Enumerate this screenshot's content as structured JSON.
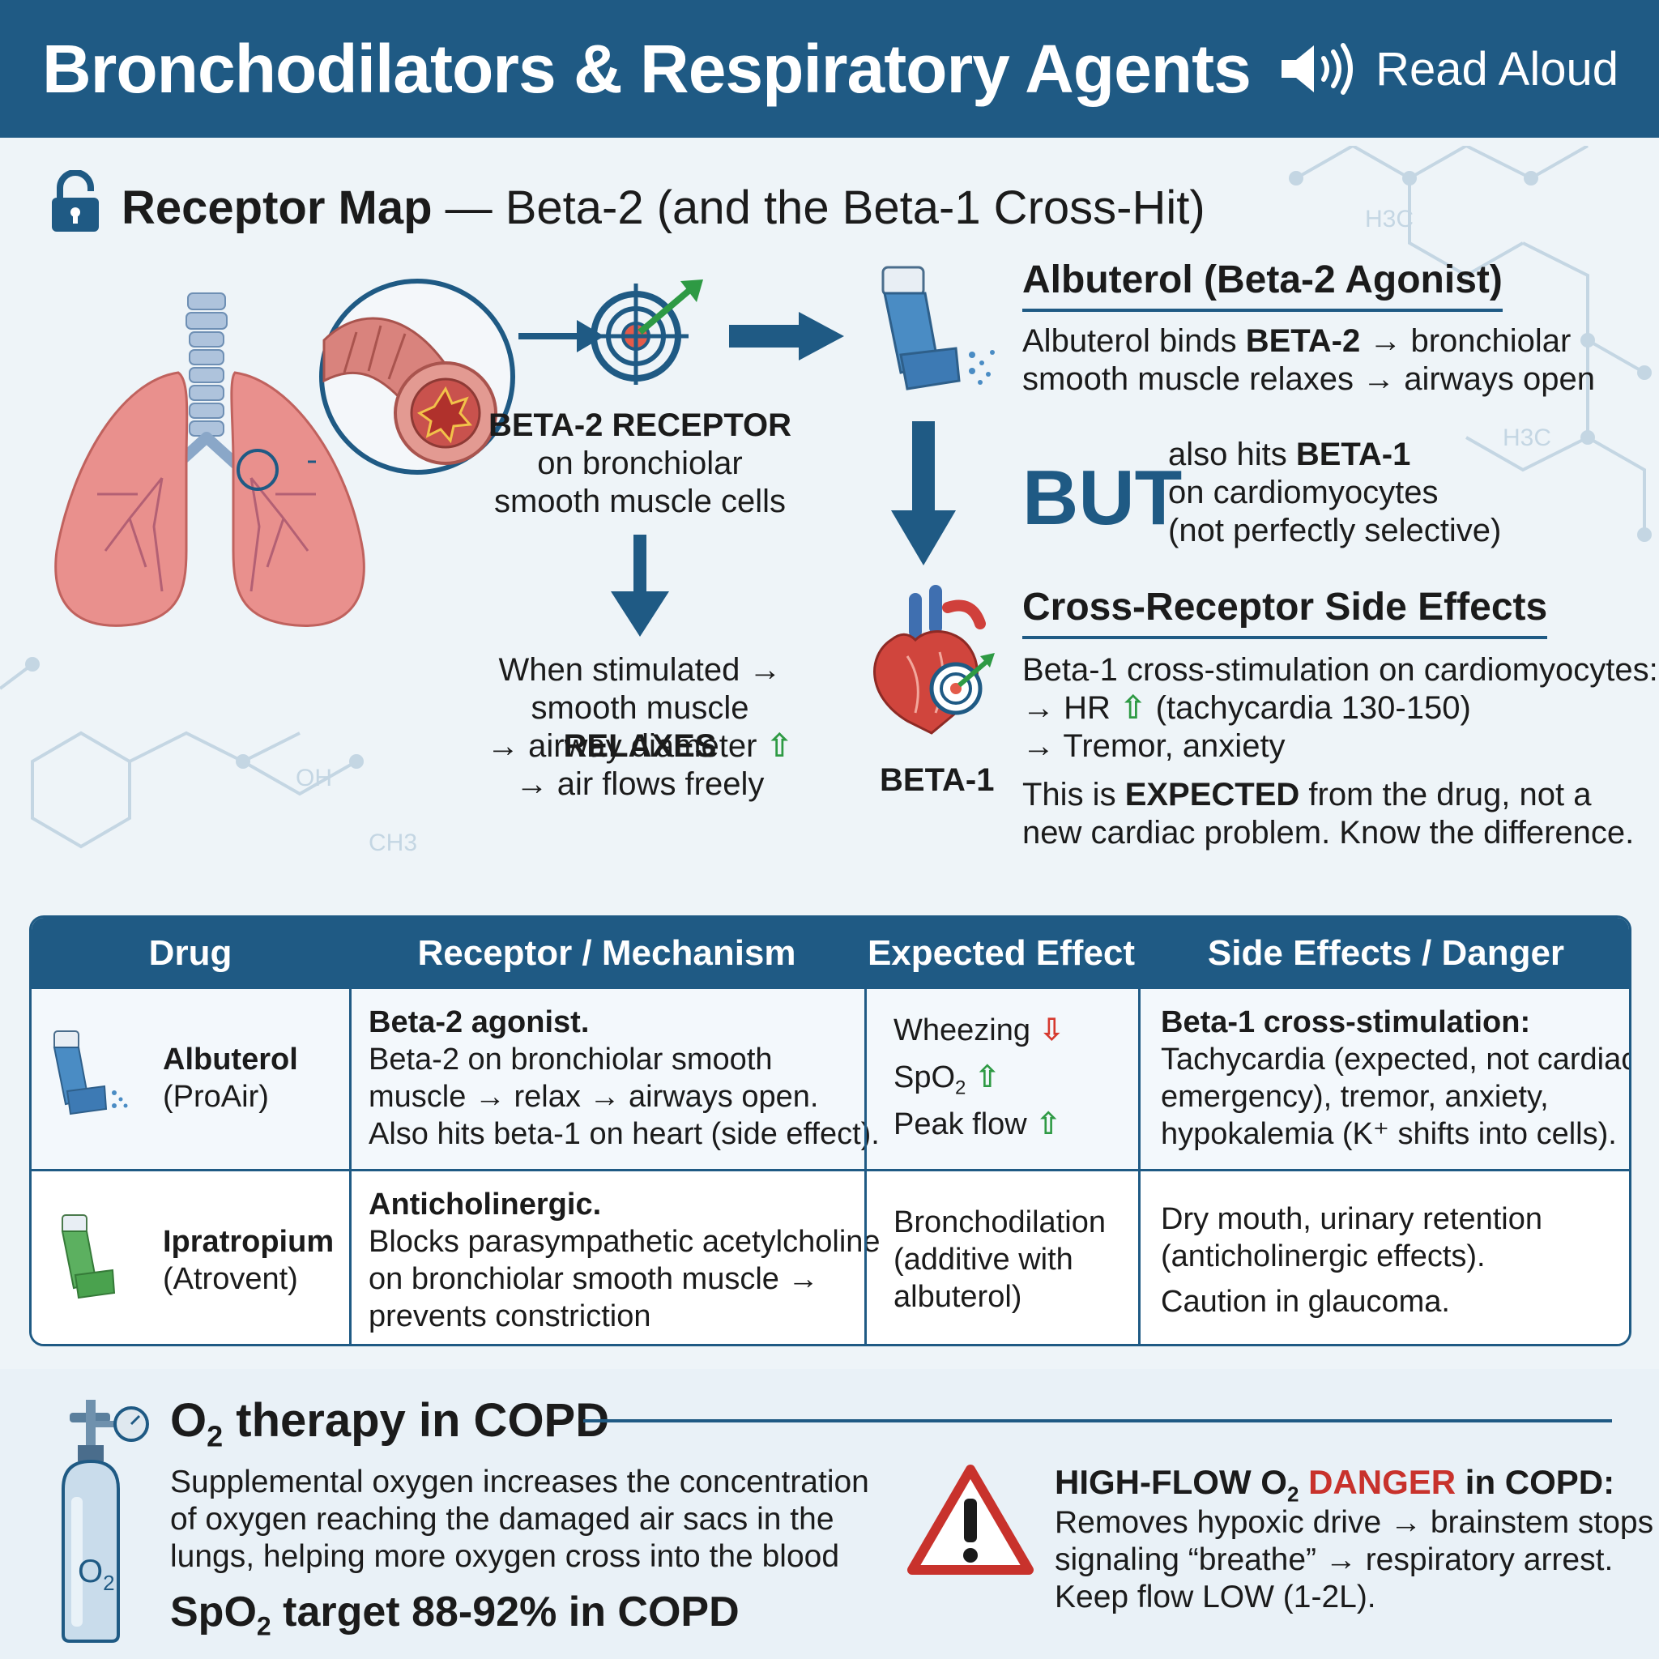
{
  "header": {
    "title": "Bronchodilators & Respiratory Agents",
    "read_aloud": "Read Aloud"
  },
  "receptor_map": {
    "title_bold": "Receptor Map",
    "title_rest": " — Beta-2 (and the Beta-1 Cross-Hit)",
    "beta2_receptor_label": "BETA-2 RECEPTOR",
    "beta2_receptor_line2": "on bronchiolar",
    "beta2_receptor_line3": "smooth muscle cells",
    "stimulated_line1": "When stimulated →",
    "stimulated_line2_pre": "smooth muscle ",
    "stimulated_line2_bold": "RELAXES",
    "stimulated_line3": "→ airway diameter",
    "stimulated_line4": "→ air flows freely",
    "beta1_label": "BETA-1"
  },
  "albuterol_panel": {
    "title": "Albuterol (Beta-2 Agonist)",
    "line1_pre": "Albuterol binds ",
    "line1_bold": "BETA-2",
    "line1_post": " → bronchiolar",
    "line2": "smooth muscle relaxes → airways open",
    "but": "BUT",
    "but_line1_pre": "also hits ",
    "but_line1_bold": "BETA-1",
    "but_line2": "on cardiomyocytes",
    "but_line3": "(not perfectly selective)"
  },
  "side_effects_panel": {
    "title": "Cross-Receptor Side Effects",
    "line1": "Beta-1 cross-stimulation on cardiomyocytes:",
    "line2_pre": "→ HR",
    "line2_post": "(tachycardia 130-150)",
    "line3": "→ Tremor, anxiety",
    "line4_pre": "This is ",
    "line4_bold": "EXPECTED",
    "line4_post": " from the drug, not a",
    "line5": "new cardiac problem. Know the difference."
  },
  "table": {
    "headers": [
      "Drug",
      "Receptor / Mechanism",
      "Expected Effect",
      "Side Effects / Danger"
    ],
    "rows": [
      {
        "drug_name": "Albuterol",
        "drug_brand": "(ProAir)",
        "mechanism_bold": "Beta-2 agonist.",
        "mechanism_lines": [
          "Beta-2 on bronchiolar smooth",
          "muscle → relax → airways open.",
          "Also hits beta-1 on heart (side effect)."
        ],
        "effects": [
          "Wheezing",
          "SpO",
          "Peak flow"
        ],
        "side_bold": "Beta-1 cross-stimulation:",
        "side_lines": [
          "Tachycardia (expected, not cardiac",
          "emergency), tremor, anxiety,",
          "hypokalemia (K⁺ shifts into cells)."
        ],
        "inhaler_color": "#4a8cc4"
      },
      {
        "drug_name": "Ipratropium",
        "drug_brand": "(Atrovent)",
        "mechanism_bold": "Anticholinergic.",
        "mechanism_lines": [
          "Blocks parasympathetic acetylcholine",
          "on bronchiolar smooth muscle →",
          "prevents constriction"
        ],
        "effects": [
          "Bronchodilation",
          "(additive with",
          "albuterol)"
        ],
        "side_lines": [
          "Dry mouth, urinary retention",
          "(anticholinergic effects).",
          "Caution in glaucoma."
        ],
        "inhaler_color": "#4aa24e"
      }
    ]
  },
  "o2": {
    "title_pre": "O",
    "title_sub": "2",
    "title_post": " therapy in COPD",
    "body_lines": [
      "Supplemental oxygen increases the concentration",
      "of oxygen reaching the damaged air sacs in the",
      "lungs, helping more oxygen cross into the blood"
    ],
    "target_pre": "SpO",
    "target_sub": "2",
    "target_post": " target 88-92% in COPD",
    "tank_label": "O",
    "tank_sub": "2",
    "danger_pre": "HIGH-FLOW O",
    "danger_sub": "2",
    "danger_word": "DANGER",
    "danger_post": " in COPD:",
    "danger_lines": [
      "Removes hypoxic drive → brainstem stops",
      "signaling “breathe” → respiratory arrest.",
      "Keep flow LOW (1-2L)."
    ]
  },
  "colors": {
    "brand": "#1f5a84",
    "up_arrow": "#2e9a44",
    "down_arrow": "#d63a2f",
    "danger": "#c8322c"
  },
  "molecule_labels": [
    "H3C",
    "H3C",
    "OH",
    "CH3"
  ]
}
